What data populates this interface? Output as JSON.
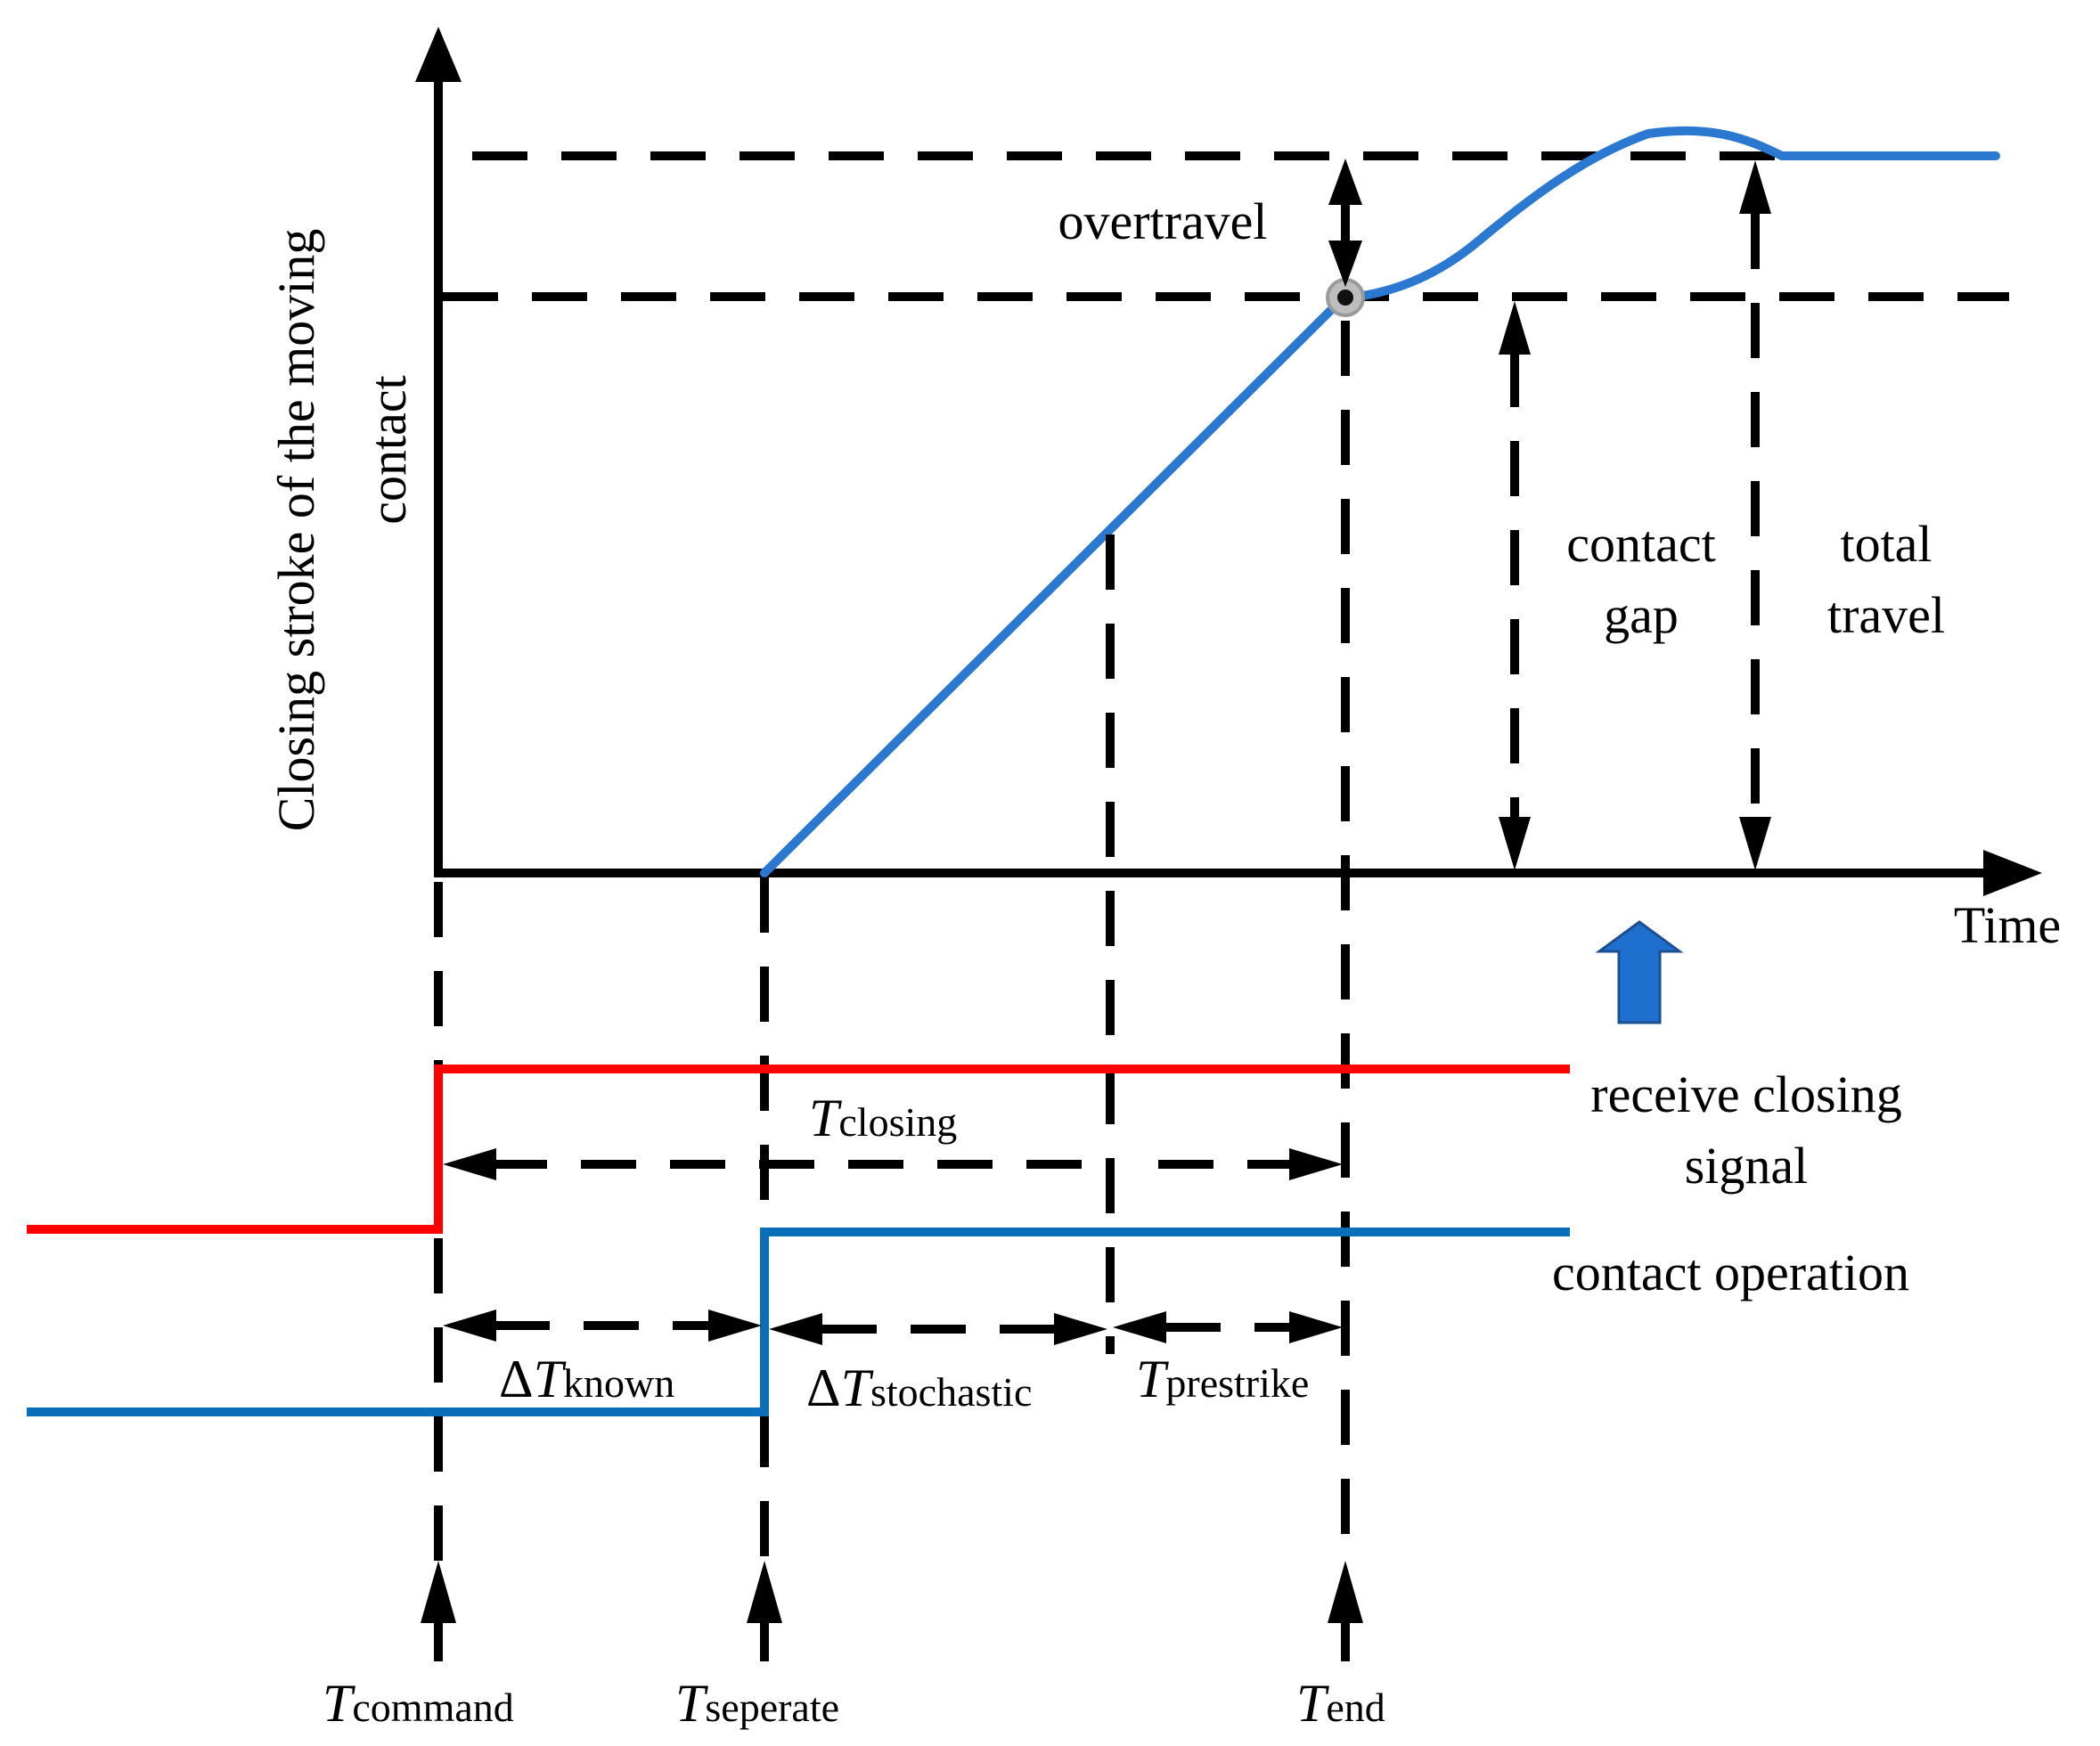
{
  "labels": {
    "y_axis_line1": "Closing stroke of the moving",
    "y_axis_line2": "contact",
    "x_axis": "Time",
    "overtravel": "overtravel",
    "contact_gap_1": "contact",
    "contact_gap_2": "gap",
    "total_travel_1": "total",
    "total_travel_2": "travel",
    "receive_1": "receive closing",
    "receive_2": "signal",
    "contact_operation": "contact operation"
  },
  "time_labels": {
    "t_closing": {
      "main": "T",
      "sub": "closing"
    },
    "dt_known": {
      "delta": "Δ",
      "main": "T",
      "sub": "known"
    },
    "dt_stochastic": {
      "delta": "Δ",
      "main": "T",
      "sub": "stochastic"
    },
    "t_prestrike": {
      "main": "T",
      "sub": "prestrike"
    },
    "t_command": {
      "main": "T",
      "sub": "command"
    },
    "t_seperate": {
      "main": "T",
      "sub": "seperate"
    },
    "t_end": {
      "main": "T",
      "sub": "end"
    }
  },
  "colors": {
    "stroke_curve": "#2a78d0",
    "signal_red": "#ff0000",
    "contact_blue": "#0a6fb8",
    "arrow_blue": "#1f6fce",
    "axis": "#000000"
  }
}
